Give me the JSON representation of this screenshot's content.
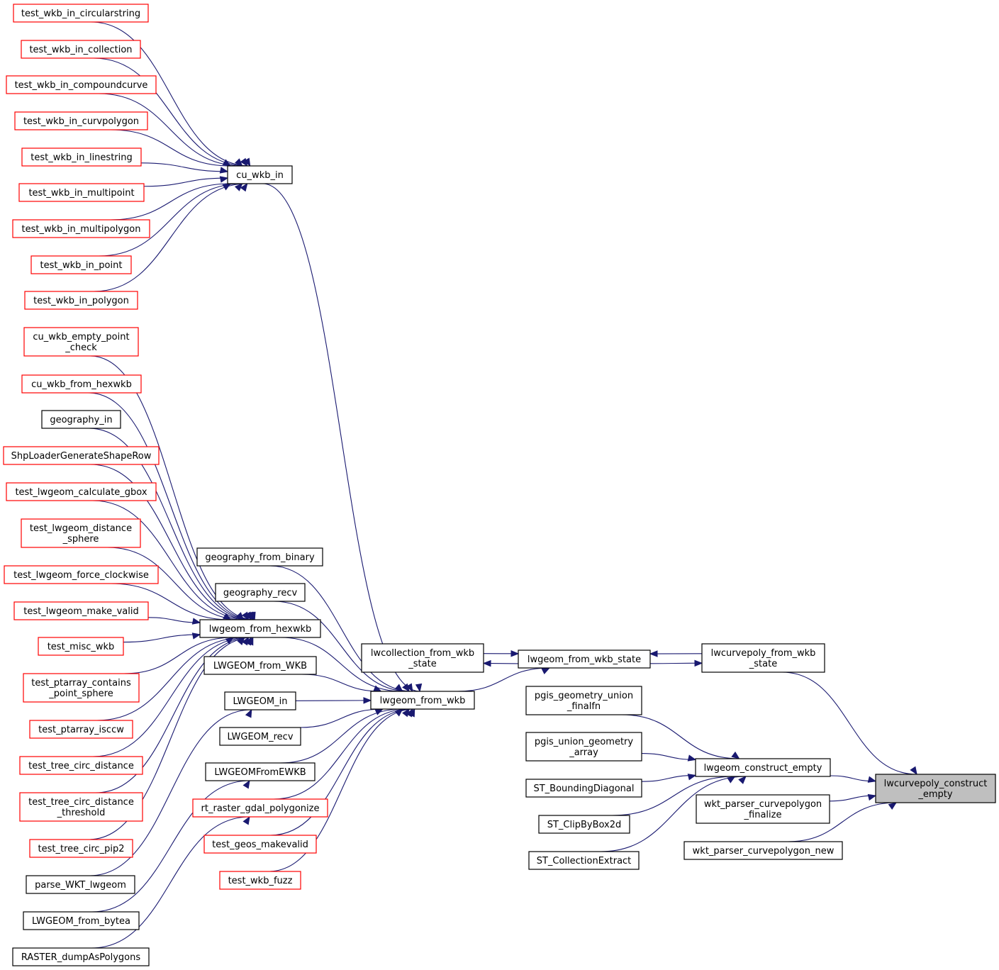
{
  "title": "lwcurvepoly_construct_empty",
  "nodes": [
    {
      "id": "n1",
      "lines": [
        "test_wkb_in_circularstring"
      ],
      "style": "red"
    },
    {
      "id": "n2",
      "lines": [
        "test_wkb_in_collection"
      ],
      "style": "red"
    },
    {
      "id": "n3",
      "lines": [
        "test_wkb_in_compoundcurve"
      ],
      "style": "red"
    },
    {
      "id": "n4",
      "lines": [
        "test_wkb_in_curvpolygon"
      ],
      "style": "red"
    },
    {
      "id": "n5",
      "lines": [
        "test_wkb_in_linestring"
      ],
      "style": "red"
    },
    {
      "id": "n6",
      "lines": [
        "test_wkb_in_multipoint"
      ],
      "style": "red"
    },
    {
      "id": "n7",
      "lines": [
        "test_wkb_in_multipolygon"
      ],
      "style": "red"
    },
    {
      "id": "n8",
      "lines": [
        "test_wkb_in_point"
      ],
      "style": "red"
    },
    {
      "id": "n9",
      "lines": [
        "test_wkb_in_polygon"
      ],
      "style": "red"
    },
    {
      "id": "cu_wkb_in",
      "lines": [
        "cu_wkb_in"
      ],
      "style": "black"
    },
    {
      "id": "n10",
      "lines": [
        "cu_wkb_empty_point",
        "_check"
      ],
      "style": "red"
    },
    {
      "id": "n11",
      "lines": [
        "cu_wkb_from_hexwkb"
      ],
      "style": "red"
    },
    {
      "id": "n12",
      "lines": [
        "geography_in"
      ],
      "style": "black"
    },
    {
      "id": "n13",
      "lines": [
        "ShpLoaderGenerateShapeRow"
      ],
      "style": "red"
    },
    {
      "id": "n14",
      "lines": [
        "test_lwgeom_calculate_gbox"
      ],
      "style": "red"
    },
    {
      "id": "n15",
      "lines": [
        "test_lwgeom_distance",
        "_sphere"
      ],
      "style": "red"
    },
    {
      "id": "n16",
      "lines": [
        "test_lwgeom_force_clockwise"
      ],
      "style": "red"
    },
    {
      "id": "n17",
      "lines": [
        "test_lwgeom_make_valid"
      ],
      "style": "red"
    },
    {
      "id": "n18",
      "lines": [
        "test_misc_wkb"
      ],
      "style": "red"
    },
    {
      "id": "n19",
      "lines": [
        "test_ptarray_contains",
        "_point_sphere"
      ],
      "style": "red"
    },
    {
      "id": "n20",
      "lines": [
        "test_ptarray_isccw"
      ],
      "style": "red"
    },
    {
      "id": "n21",
      "lines": [
        "test_tree_circ_distance"
      ],
      "style": "red"
    },
    {
      "id": "n22",
      "lines": [
        "test_tree_circ_distance",
        "_threshold"
      ],
      "style": "red"
    },
    {
      "id": "n23",
      "lines": [
        "test_tree_circ_pip2"
      ],
      "style": "red"
    },
    {
      "id": "n24",
      "lines": [
        "parse_WKT_lwgeom"
      ],
      "style": "black"
    },
    {
      "id": "n25",
      "lines": [
        "LWGEOM_from_bytea"
      ],
      "style": "black"
    },
    {
      "id": "n26",
      "lines": [
        "RASTER_dumpAsPolygons"
      ],
      "style": "black"
    },
    {
      "id": "geography_from_binary",
      "lines": [
        "geography_from_binary"
      ],
      "style": "black"
    },
    {
      "id": "geography_recv",
      "lines": [
        "geography_recv"
      ],
      "style": "black"
    },
    {
      "id": "lwgeom_from_hexwkb",
      "lines": [
        "lwgeom_from_hexwkb"
      ],
      "style": "black"
    },
    {
      "id": "LWGEOM_from_WKB",
      "lines": [
        "LWGEOM_from_WKB"
      ],
      "style": "black"
    },
    {
      "id": "LWGEOM_in",
      "lines": [
        "LWGEOM_in"
      ],
      "style": "black"
    },
    {
      "id": "LWGEOM_recv",
      "lines": [
        "LWGEOM_recv"
      ],
      "style": "black"
    },
    {
      "id": "LWGEOMFromEWKB",
      "lines": [
        "LWGEOMFromEWKB"
      ],
      "style": "black"
    },
    {
      "id": "rt_raster_gdal_polygonize",
      "lines": [
        "rt_raster_gdal_polygonize"
      ],
      "style": "red"
    },
    {
      "id": "test_geos_makevalid",
      "lines": [
        "test_geos_makevalid"
      ],
      "style": "red"
    },
    {
      "id": "test_wkb_fuzz",
      "lines": [
        "test_wkb_fuzz"
      ],
      "style": "red"
    },
    {
      "id": "lwcollection_from_wkb_state",
      "lines": [
        "lwcollection_from_wkb",
        "_state"
      ],
      "style": "black"
    },
    {
      "id": "lwgeom_from_wkb",
      "lines": [
        "lwgeom_from_wkb"
      ],
      "style": "black"
    },
    {
      "id": "lwgeom_from_wkb_state",
      "lines": [
        "lwgeom_from_wkb_state"
      ],
      "style": "black"
    },
    {
      "id": "pgis_geometry_union_finalfn",
      "lines": [
        "pgis_geometry_union",
        "_finalfn"
      ],
      "style": "black"
    },
    {
      "id": "pgis_union_geometry_array",
      "lines": [
        "pgis_union_geometry",
        "_array"
      ],
      "style": "black"
    },
    {
      "id": "ST_BoundingDiagonal",
      "lines": [
        "ST_BoundingDiagonal"
      ],
      "style": "black"
    },
    {
      "id": "ST_ClipByBox2d",
      "lines": [
        "ST_ClipByBox2d"
      ],
      "style": "black"
    },
    {
      "id": "ST_CollectionExtract",
      "lines": [
        "ST_CollectionExtract"
      ],
      "style": "black"
    },
    {
      "id": "lwcurvepoly_from_wkb_state",
      "lines": [
        "lwcurvepoly_from_wkb",
        "_state"
      ],
      "style": "black"
    },
    {
      "id": "lwgeom_construct_empty",
      "lines": [
        "lwgeom_construct_empty"
      ],
      "style": "black"
    },
    {
      "id": "wkt_parser_curvepolygon_finalize",
      "lines": [
        "wkt_parser_curvepolygon",
        "_finalize"
      ],
      "style": "black"
    },
    {
      "id": "wkt_parser_curvepolygon_new",
      "lines": [
        "wkt_parser_curvepolygon_new"
      ],
      "style": "black"
    },
    {
      "id": "lwcurvepoly_construct_empty",
      "lines": [
        "lwcurvepoly_construct",
        "_empty"
      ],
      "style": "focus"
    }
  ],
  "edges": [
    [
      "n1",
      "cu_wkb_in"
    ],
    [
      "n2",
      "cu_wkb_in"
    ],
    [
      "n3",
      "cu_wkb_in"
    ],
    [
      "n4",
      "cu_wkb_in"
    ],
    [
      "n5",
      "cu_wkb_in"
    ],
    [
      "n6",
      "cu_wkb_in"
    ],
    [
      "n7",
      "cu_wkb_in"
    ],
    [
      "n8",
      "cu_wkb_in"
    ],
    [
      "n9",
      "cu_wkb_in"
    ],
    [
      "n10",
      "lwgeom_from_hexwkb"
    ],
    [
      "n11",
      "lwgeom_from_hexwkb"
    ],
    [
      "n12",
      "lwgeom_from_hexwkb"
    ],
    [
      "n13",
      "lwgeom_from_hexwkb"
    ],
    [
      "n14",
      "lwgeom_from_hexwkb"
    ],
    [
      "n15",
      "lwgeom_from_hexwkb"
    ],
    [
      "n16",
      "lwgeom_from_hexwkb"
    ],
    [
      "n17",
      "lwgeom_from_hexwkb"
    ],
    [
      "n18",
      "lwgeom_from_hexwkb"
    ],
    [
      "n19",
      "lwgeom_from_hexwkb"
    ],
    [
      "n20",
      "lwgeom_from_hexwkb"
    ],
    [
      "n21",
      "lwgeom_from_hexwkb"
    ],
    [
      "n22",
      "lwgeom_from_hexwkb"
    ],
    [
      "n23",
      "lwgeom_from_hexwkb"
    ],
    [
      "n24",
      "LWGEOM_in"
    ],
    [
      "n25",
      "LWGEOMFromEWKB"
    ],
    [
      "n26",
      "rt_raster_gdal_polygonize"
    ],
    [
      "cu_wkb_in",
      "lwgeom_from_wkb"
    ],
    [
      "geography_from_binary",
      "lwgeom_from_wkb"
    ],
    [
      "geography_recv",
      "lwgeom_from_wkb"
    ],
    [
      "lwgeom_from_hexwkb",
      "lwgeom_from_wkb"
    ],
    [
      "LWGEOM_from_WKB",
      "lwgeom_from_wkb"
    ],
    [
      "LWGEOM_in",
      "lwgeom_from_wkb"
    ],
    [
      "LWGEOM_recv",
      "lwgeom_from_wkb"
    ],
    [
      "LWGEOMFromEWKB",
      "lwgeom_from_wkb"
    ],
    [
      "rt_raster_gdal_polygonize",
      "lwgeom_from_wkb"
    ],
    [
      "test_geos_makevalid",
      "lwgeom_from_wkb"
    ],
    [
      "test_wkb_fuzz",
      "lwgeom_from_wkb"
    ],
    [
      "lwgeom_from_wkb",
      "lwgeom_from_wkb_state"
    ],
    [
      "lwcollection_from_wkb_state",
      "lwgeom_from_wkb_state"
    ],
    [
      "lwgeom_from_wkb_state",
      "lwcollection_from_wkb_state"
    ],
    [
      "lwgeom_from_wkb_state",
      "lwcurvepoly_from_wkb_state"
    ],
    [
      "lwcurvepoly_from_wkb_state",
      "lwgeom_from_wkb_state"
    ],
    [
      "pgis_geometry_union_finalfn",
      "lwgeom_construct_empty"
    ],
    [
      "pgis_union_geometry_array",
      "lwgeom_construct_empty"
    ],
    [
      "ST_BoundingDiagonal",
      "lwgeom_construct_empty"
    ],
    [
      "ST_ClipByBox2d",
      "lwgeom_construct_empty"
    ],
    [
      "ST_CollectionExtract",
      "lwgeom_construct_empty"
    ],
    [
      "lwcurvepoly_from_wkb_state",
      "lwcurvepoly_construct_empty"
    ],
    [
      "lwgeom_construct_empty",
      "lwcurvepoly_construct_empty"
    ],
    [
      "wkt_parser_curvepolygon_finalize",
      "lwcurvepoly_construct_empty"
    ],
    [
      "wkt_parser_curvepolygon_new",
      "lwcurvepoly_construct_empty"
    ]
  ]
}
